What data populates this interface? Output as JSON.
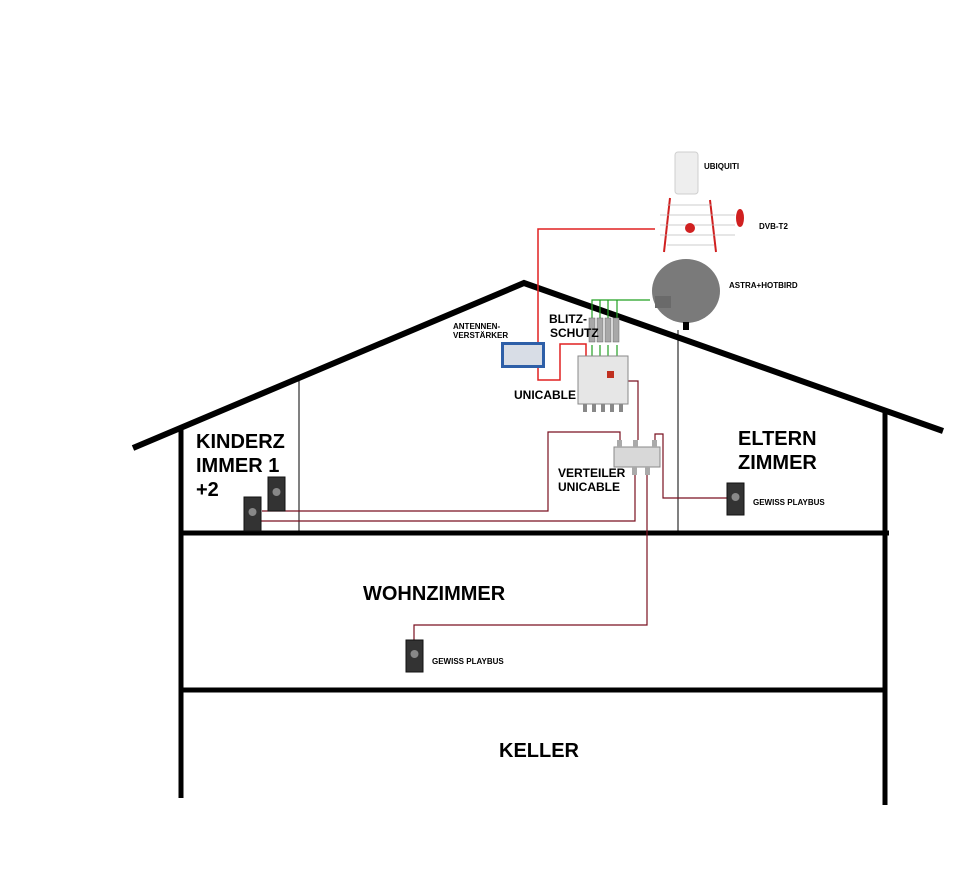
{
  "rooms": {
    "kinder": [
      "KINDERZ",
      "IMMER 1",
      "+2"
    ],
    "eltern": [
      "ELTERN",
      "ZIMMER"
    ],
    "wohn": "WOHNZIMMER",
    "keller": "KELLER"
  },
  "devices": {
    "ubiquiti": "UBIQUITI",
    "dvbt2": "DVB-T2",
    "sat": "ASTRA+HOTBIRD",
    "amp": [
      "ANTENNEN-",
      "VERSTÄRKER"
    ],
    "blitz": [
      "BLITZ-",
      "SCHUTZ"
    ],
    "unicable": "UNICABLE",
    "verteiler": [
      "VERTEILER",
      "UNICABLE"
    ],
    "socket_eltern": "GEWISS PLAYBUS",
    "socket_wohn": "GEWISS PLAYBUS"
  },
  "colors": {
    "wall": "#000000",
    "dvb_cable": "#e02020",
    "sat_cable": "#20a020",
    "coax": "#7a1020"
  }
}
